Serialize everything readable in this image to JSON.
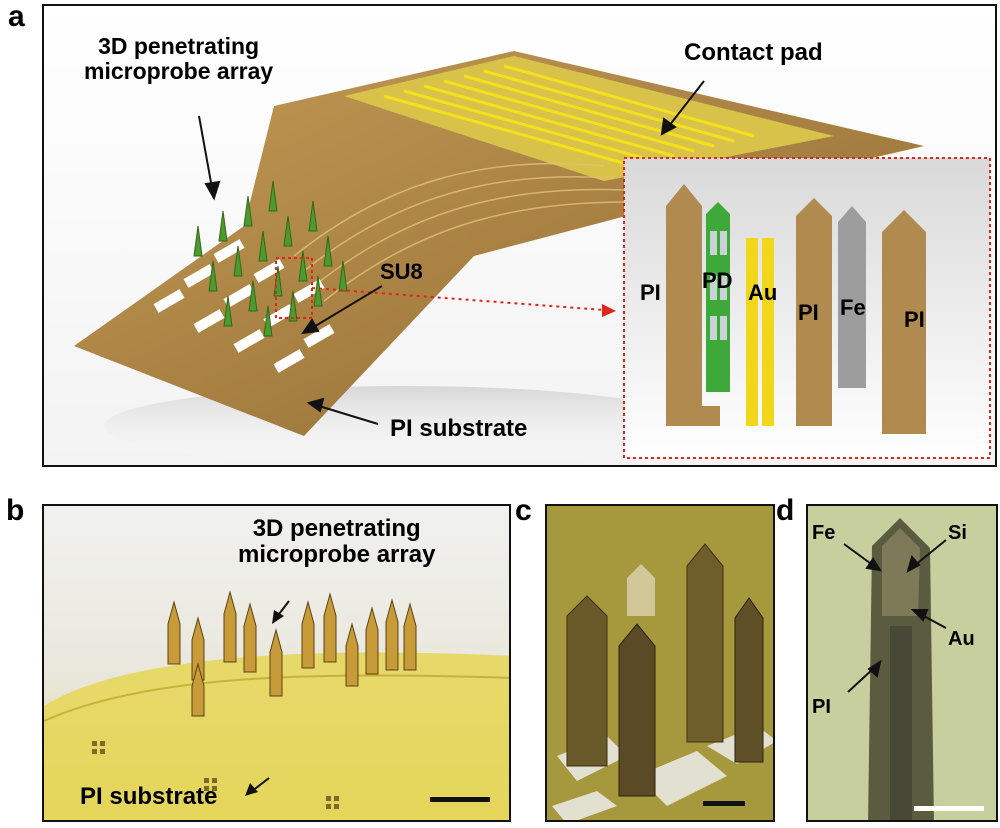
{
  "figure": {
    "panels": {
      "a": {
        "letter": "a",
        "array_label_line1": "3D penetrating",
        "array_label_line2": "microprobe array",
        "contact_pad_label": "Contact pad",
        "su8_label": "SU8",
        "substrate_label": "PI substrate",
        "inset_layers": [
          "PI",
          "PD",
          "Au",
          "PI",
          "Fe",
          "PI"
        ]
      },
      "b": {
        "letter": "b",
        "array_label_line1": "3D penetrating",
        "array_label_line2": "microprobe array",
        "substrate_label": "PI substrate"
      },
      "c": {
        "letter": "c"
      },
      "d": {
        "letter": "d",
        "labels": {
          "fe": "Fe",
          "si": "Si",
          "au": "Au",
          "pi": "PI"
        }
      }
    },
    "colors": {
      "pi_brown": "#b08a4e",
      "pd_green": "#3fa83a",
      "au_yellow": "#f2d61a",
      "fe_gray": "#9d9d9d",
      "contact_yellow": "#f4e11c",
      "red_dotted": "#e0251b"
    }
  }
}
